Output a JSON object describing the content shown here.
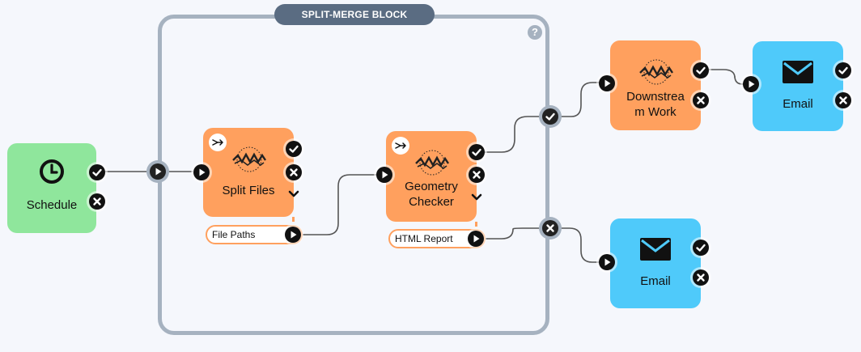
{
  "block": {
    "title": "SPLIT-MERGE BLOCK",
    "help": "?"
  },
  "nodes": {
    "schedule": {
      "label": "Schedule",
      "icon": "clock-icon"
    },
    "split_files": {
      "label": "Split  Files",
      "icon": "fme-logo-icon",
      "attribute": "File Paths"
    },
    "geometry_checker": {
      "label_line1": "Geometry",
      "label_line2": "Checker",
      "icon": "fme-logo-icon",
      "attribute": "HTML Report"
    },
    "downstream": {
      "label_line1": "Downstrea",
      "label_line2": "m  Work",
      "icon": "fme-logo-icon"
    },
    "email_top": {
      "label": "Email",
      "icon": "envelope-icon"
    },
    "email_bottom": {
      "label": "Email",
      "icon": "envelope-icon"
    }
  },
  "colors": {
    "schedule": "#8fe69c",
    "workspace": "#ffa05e",
    "email": "#4fcafa",
    "block_border": "#a6b2c0",
    "block_title_bg": "#5a6c82"
  }
}
